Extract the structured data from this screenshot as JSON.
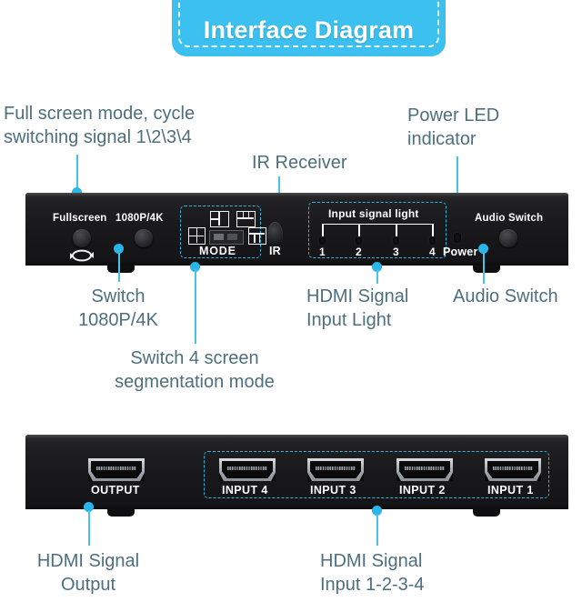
{
  "header": {
    "title": "Interface Diagram",
    "accent_color": "#3bc0f0"
  },
  "colors": {
    "accent": "#3bc0f0",
    "leader_line": "#46c3ea",
    "leader_dot": "#29b6e8",
    "annotation_text": "#4d6f7e",
    "dashed_highlight": "#2fb6e6",
    "device_body": "#1b1b1d"
  },
  "annotations": {
    "fullscreen_mode": "Full screen mode, cycle\nswitching signal 1\\2\\3\\4",
    "fullscreen_mode_line1": "Full screen mode, cycle",
    "fullscreen_mode_line2": "switching signal 1\\2\\3\\4",
    "ir_receiver": "IR Receiver",
    "power_led_line1": "Power LED",
    "power_led_line2": "indicator",
    "switch_res_line1": "Switch",
    "switch_res_line2": "1080P/4K",
    "hdmi_input_light_line1": "HDMI Signal",
    "hdmi_input_light_line2": "Input Light",
    "audio_switch": "Audio Switch",
    "segmentation_line1": "Switch 4 screen",
    "segmentation_line2": "segmentation mode",
    "hdmi_output_line1": "HDMI Signal",
    "hdmi_output_line2": "Output",
    "hdmi_inputs_line1": "HDMI Signal",
    "hdmi_inputs_line2": "Input 1-2-3-4"
  },
  "front_panel": {
    "buttons": [
      {
        "label": "Fullscreen",
        "icon": "cycle-arrows-icon"
      },
      {
        "label": "1080P/4K",
        "icon": "round-button-icon"
      },
      {
        "label": "Audio Switch",
        "icon": "round-button-icon"
      }
    ],
    "mode_box": {
      "label": "MODE",
      "icons": [
        "quad-split-icon",
        "left-split-icon",
        "top-split-icon",
        "pip-screen-icon",
        "triple-split-icon"
      ]
    },
    "ir": {
      "label": "IR",
      "icon": "ir-sensor-icon"
    },
    "input_signal_light": {
      "title": "Input signal light",
      "leds": [
        "1",
        "2",
        "3",
        "4"
      ]
    },
    "power": {
      "label": "Power",
      "icon": "power-led-icon"
    }
  },
  "rear_panel": {
    "output_port": {
      "label": "OUTPUT",
      "icon": "hdmi-port-icon"
    },
    "input_ports": [
      {
        "label": "INPUT 4",
        "icon": "hdmi-port-icon"
      },
      {
        "label": "INPUT 3",
        "icon": "hdmi-port-icon"
      },
      {
        "label": "INPUT 2",
        "icon": "hdmi-port-icon"
      },
      {
        "label": "INPUT 1",
        "icon": "hdmi-port-icon"
      }
    ]
  }
}
